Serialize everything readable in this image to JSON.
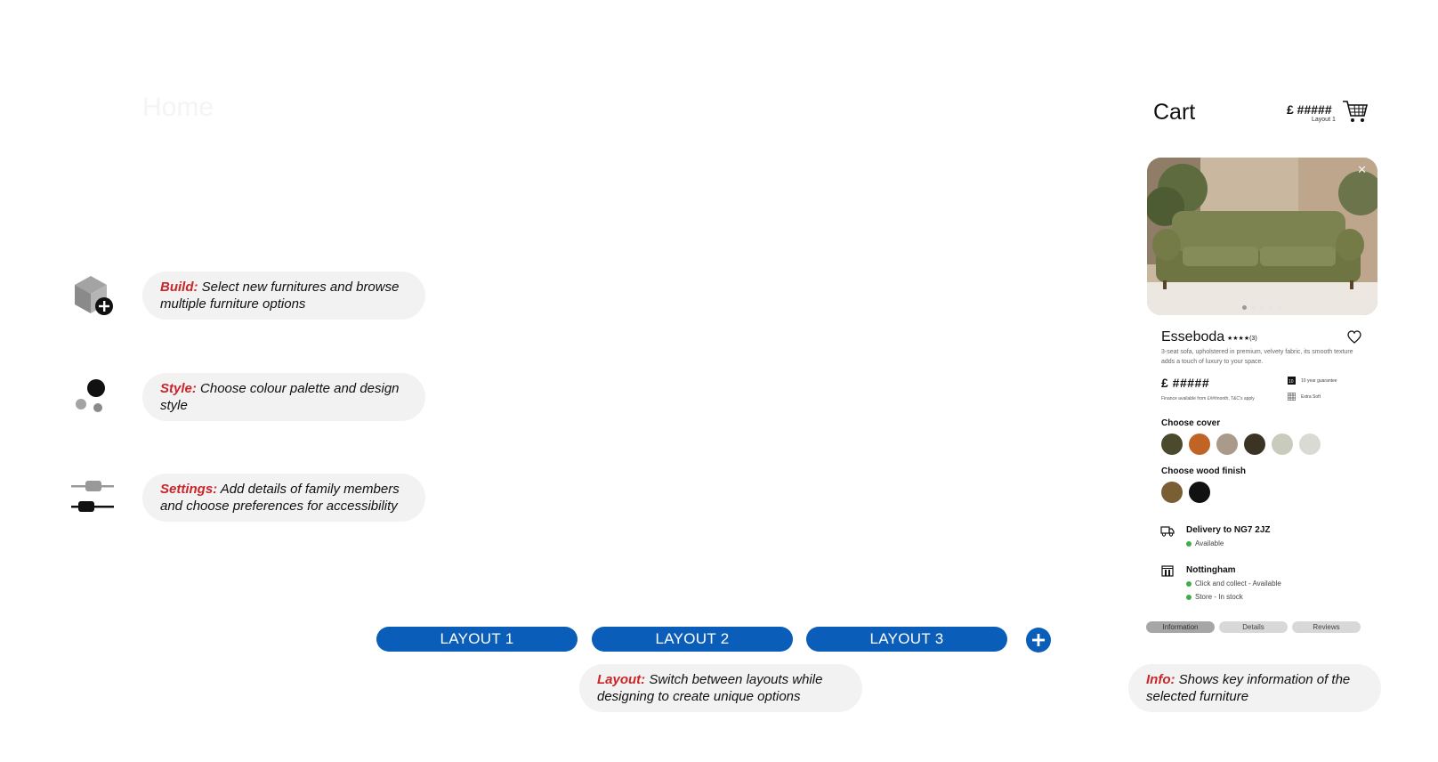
{
  "ghost": {
    "title": "Home"
  },
  "tools": [
    {
      "keyword": "Build:",
      "text": " Select new furnitures and browse multiple furniture options",
      "icon": "cube-plus-icon"
    },
    {
      "keyword": "Style:",
      "text": " Choose colour palette and design style",
      "icon": "palette-dots-icon"
    },
    {
      "keyword": "Settings:",
      "text": " Add details of family members and choose preferences for accessibility",
      "icon": "sliders-icon"
    }
  ],
  "layouts": {
    "buttons": [
      "LAYOUT 1",
      "LAYOUT 2",
      "LAYOUT 3"
    ],
    "add_icon": "plus-circle-icon",
    "note_keyword": "Layout:",
    "note_text": " Switch between layouts while designing to create unique options"
  },
  "cart": {
    "title": "Cart",
    "price": "£ #####",
    "layout_label": "Layout 1",
    "icon": "shopping-cart-icon"
  },
  "product": {
    "name": "Esseboda",
    "rating": "★★★★(3)",
    "description": "3-seat sofa, upholstered in premium, velvety fabric, its smooth texture adds a touch of luxury to your space.",
    "price": "£ #####",
    "finance": "Finance available from £##/month, T&C's apply",
    "features": [
      "10 year guarantee",
      "Extra Soft"
    ],
    "image_dots": 5,
    "choose_cover_label": "Choose cover",
    "cover_colors": [
      "#4c4a2c",
      "#bf6424",
      "#a99a8c",
      "#3b3424",
      "#c9cbbd",
      "#dadad4"
    ],
    "choose_wood_label": "Choose wood finish",
    "wood_colors": [
      "#7a5f35",
      "#111111"
    ],
    "delivery_title": "Delivery to NG7 2JZ",
    "delivery_status": "Available",
    "store_title": "Nottingham",
    "store_lines": [
      "Click and collect - Available",
      "Store - In stock"
    ],
    "status_color": "#3fae4a",
    "tabs": [
      "Information",
      "Details",
      "Reviews"
    ]
  },
  "info_note": {
    "keyword": "Info:",
    "text": " Shows key information of the selected furniture"
  },
  "colors": {
    "accent_blue": "#0a5db8",
    "keyword_red": "#c8262a"
  }
}
